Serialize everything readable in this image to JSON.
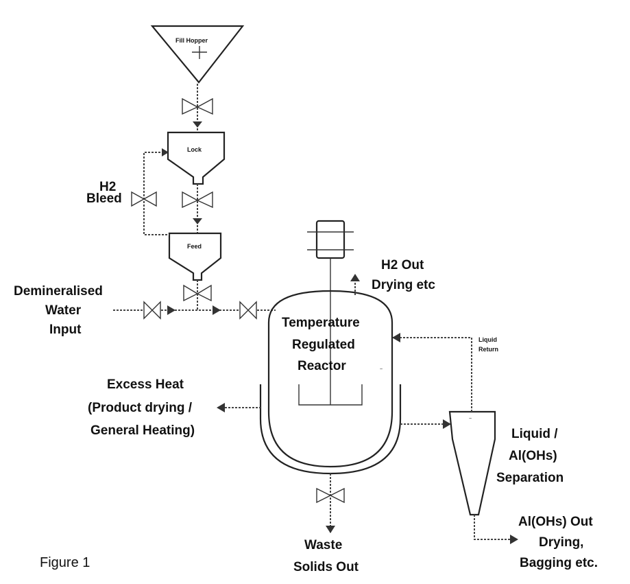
{
  "figure_label": "Figure 1",
  "vessels": {
    "fill_hopper": "Fill Hopper",
    "lock": "Lock",
    "feed": "Feed"
  },
  "labels": {
    "h2_bleed_line1": "H2",
    "h2_bleed_line2": "Bleed",
    "demin_line1": "Demineralised",
    "demin_line2": "Water",
    "demin_line3": "Input",
    "h2_out_line1": "H2 Out",
    "h2_out_line2": "Drying etc",
    "reactor_line1": "Temperature",
    "reactor_line2": "Regulated",
    "reactor_line3": "Reactor",
    "excess_line1": "Excess Heat",
    "excess_line2": "(Product drying /",
    "excess_line3": "General Heating)",
    "liquid_return_line1": "Liquid",
    "liquid_return_line2": "Return",
    "separation_line1": "Liquid /",
    "separation_line2": "Al(OHs)",
    "separation_line3": "Separation",
    "aloh_out_line1": "Al(OHs) Out",
    "aloh_out_line2": "Drying,",
    "aloh_out_line3": "Bagging etc.",
    "waste_line1": "Waste",
    "waste_line2": "Solids Out"
  }
}
